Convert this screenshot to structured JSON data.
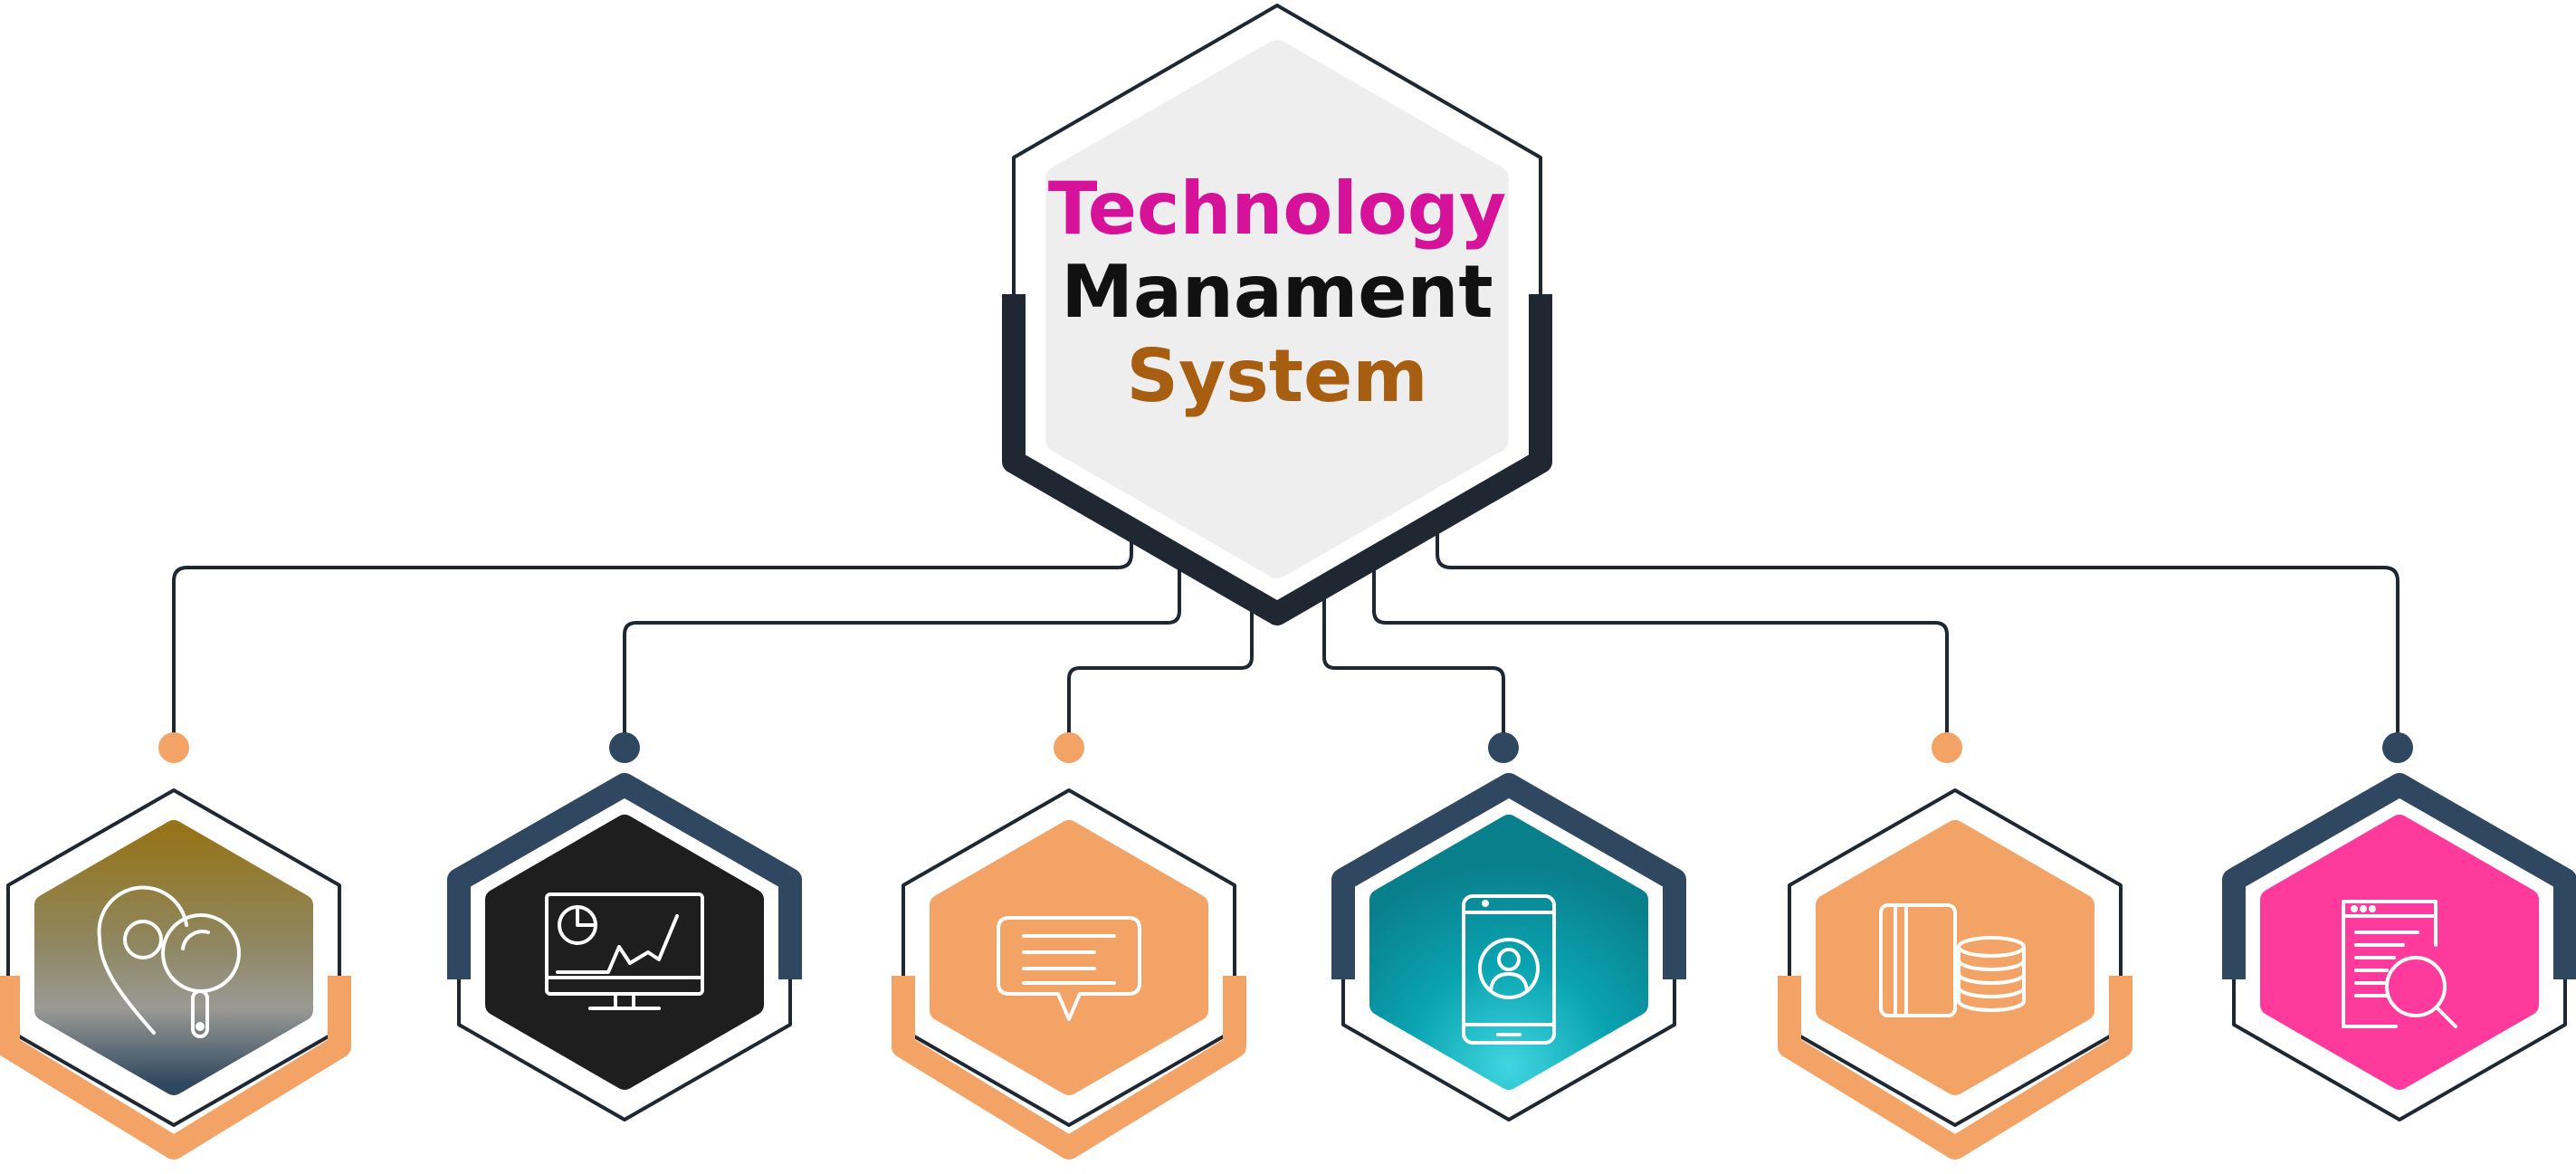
{
  "title": {
    "line1": "Technology",
    "line2": "Manament",
    "line3": "System",
    "line1_color": "#d6129a",
    "line2_color": "#111111",
    "line3_color": "#a85e10"
  },
  "colors": {
    "outline": "#1f2733",
    "dark_navy": "#2f4760",
    "orange": "#f2a365",
    "center_fill": "#eeeeee"
  },
  "nodes": [
    {
      "icon": "location-search-icon",
      "fill": "gradient-olive-grey",
      "accent": "orange"
    },
    {
      "icon": "monitor-chart-icon",
      "fill": "#1e1e1e",
      "accent": "dark_navy"
    },
    {
      "icon": "chat-message-icon",
      "fill": "#f2a365",
      "accent": "orange"
    },
    {
      "icon": "mobile-user-icon",
      "fill": "gradient-teal",
      "accent": "dark_navy"
    },
    {
      "icon": "card-coins-icon",
      "fill": "#f2a365",
      "accent": "orange"
    },
    {
      "icon": "document-search-icon",
      "fill": "#fe3b9c",
      "accent": "dark_navy"
    }
  ]
}
